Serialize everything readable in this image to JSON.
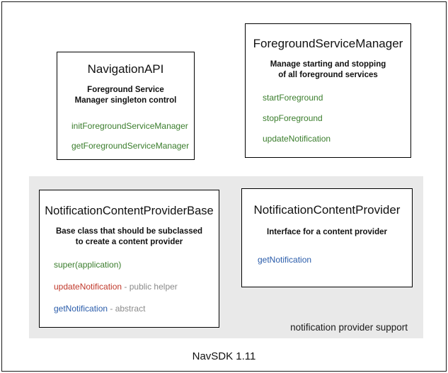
{
  "diagram": {
    "footer_label": "NavSDK 1.11",
    "group": {
      "label": "notification provider support"
    },
    "boxes": [
      {
        "id": "navigation-api",
        "title": "NavigationAPI",
        "description_line1": "Foreground Service",
        "description_line2": "Manager singleton control",
        "methods": [
          {
            "name": "initForegroundServiceManager",
            "note": "",
            "color": "green"
          },
          {
            "name": "getForegroundServiceManager",
            "note": "",
            "color": "green"
          }
        ]
      },
      {
        "id": "foreground-service-manager",
        "title": "ForegroundServiceManager",
        "description_line1": "Manage starting and stopping",
        "description_line2": "of all foreground services",
        "methods": [
          {
            "name": "startForeground",
            "note": "",
            "color": "green"
          },
          {
            "name": "stopForeground",
            "note": "",
            "color": "green"
          },
          {
            "name": "updateNotification",
            "note": "",
            "color": "green"
          }
        ]
      },
      {
        "id": "notification-content-provider-base",
        "title": "NotificationContentProviderBase",
        "description_line1": "Base class that should be subclassed",
        "description_line2": "to create a content provider",
        "methods": [
          {
            "name": "super(application)",
            "note": "",
            "color": "green"
          },
          {
            "name": "updateNotification",
            "note": " - public helper",
            "color": "red"
          },
          {
            "name": "getNotification",
            "note": " - abstract",
            "color": "blue"
          }
        ]
      },
      {
        "id": "notification-content-provider",
        "title": "NotificationContentProvider",
        "description_line1": "Interface for a content provider",
        "description_line2": "",
        "methods": [
          {
            "name": "getNotification",
            "note": "",
            "color": "blue"
          }
        ]
      }
    ]
  },
  "colors": {
    "method_green": "#3a7d2c",
    "method_red": "#c0392b",
    "method_blue": "#2a5caa",
    "method_note_gray": "#8a8a8a",
    "group_panel": "#e9e9e9",
    "box_border": "#000000",
    "frame_border": "#1a1a1a"
  }
}
